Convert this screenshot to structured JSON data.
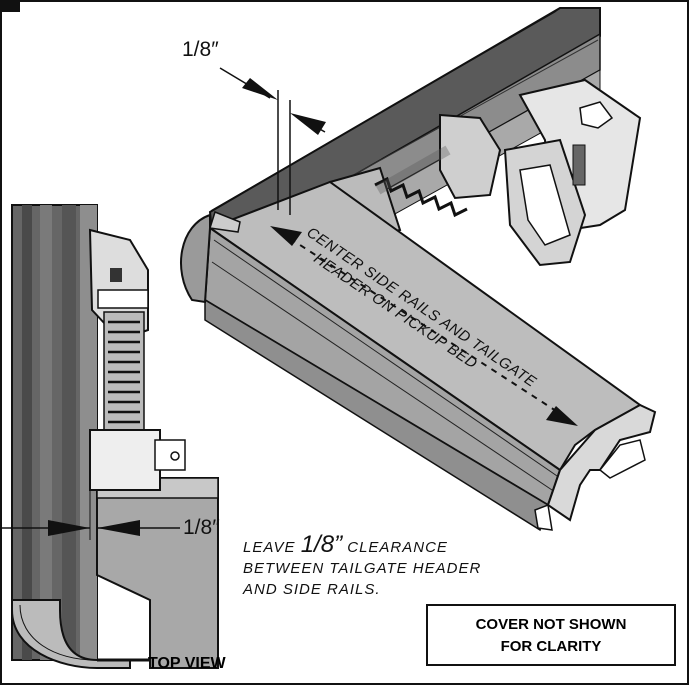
{
  "labels": {
    "dim_top": "1/8″",
    "dim_bottom": "1/8″",
    "center_line1": "CENTER SIDE RAILS AND TAILGATE",
    "center_line2": "HEADER ON PICKUP BED",
    "note_prefix": "LEAVE ",
    "note_big": "1/8”",
    "note_suffix": " CLEARANCE",
    "note_line2": "BETWEEN TAILGATE HEADER",
    "note_line3": "AND SIDE RAILS.",
    "cover_line1": "COVER NOT SHOWN",
    "cover_line2": "FOR CLARITY",
    "top_view": "TOP VIEW"
  },
  "colors": {
    "rail_dark": "#5a5a5a",
    "rail_mid": "#8c8c8c",
    "header_light": "#bdbdbd",
    "outline": "#111111"
  }
}
